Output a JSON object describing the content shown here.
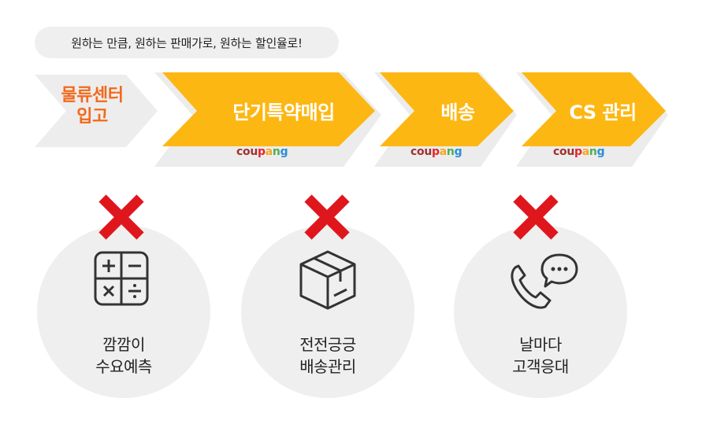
{
  "tagline": "원하는 만큼, 원하는 판매가로, 원하는 할인율로!",
  "steps": [
    {
      "line1": "물류센터",
      "line2": "입고"
    },
    {
      "label": "단기특약매입"
    },
    {
      "label": "배송"
    },
    {
      "label": "CS 관리"
    }
  ],
  "brand": {
    "c1": "c",
    "o": "o",
    "u": "u",
    "p": "p",
    "a": "a",
    "n": "n",
    "g": "g",
    "colors": {
      "c": "#a0322e",
      "o": "#e2262c",
      "u": "#f5a623",
      "p": "#f5a623",
      "a": "#7cb342",
      "n": "#4caf50",
      "g": "#2a8fd6"
    }
  },
  "cards": [
    {
      "icon": "calculator-icon",
      "line1": "깜깜이",
      "line2": "수요예측"
    },
    {
      "icon": "box-icon",
      "line1": "전전긍긍",
      "line2": "배송관리"
    },
    {
      "icon": "phone-chat-icon",
      "line1": "날마다",
      "line2": "고객응대"
    }
  ],
  "colors": {
    "accent": "#fdb713",
    "orange_text": "#f26a1b",
    "cross": "#e0161d",
    "shadow": "#ececec"
  }
}
